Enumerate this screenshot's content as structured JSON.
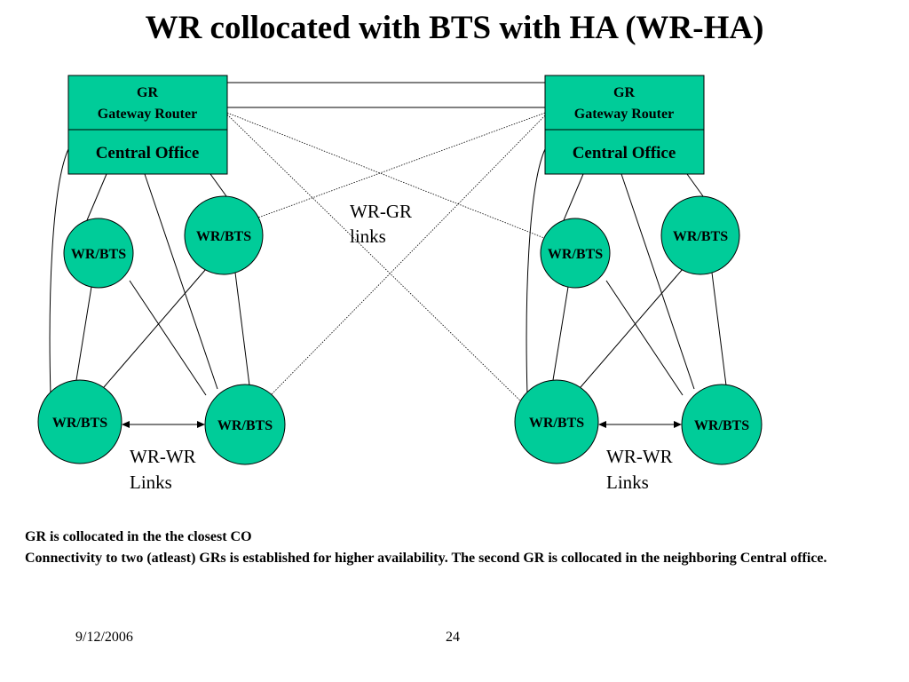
{
  "title": "WR collocated with BTS with HA (WR-HA)",
  "colors": {
    "node_fill": "#00CC99",
    "stroke": "#000000"
  },
  "gateway": {
    "name": "GR",
    "subtitle": "Gateway Router",
    "location": "Central Office"
  },
  "node_label": "WR/BTS",
  "wr_gr_label": [
    "WR-GR",
    "links"
  ],
  "wr_wr_label": [
    "WR-WR",
    "Links"
  ],
  "notes": [
    "GR is collocated in the the closest CO",
    "Connectivity to two (atleast) GRs is established for higher availability. The second GR is collocated in the neighboring Central office."
  ],
  "footer": {
    "date": "9/12/2006",
    "page": "24"
  }
}
